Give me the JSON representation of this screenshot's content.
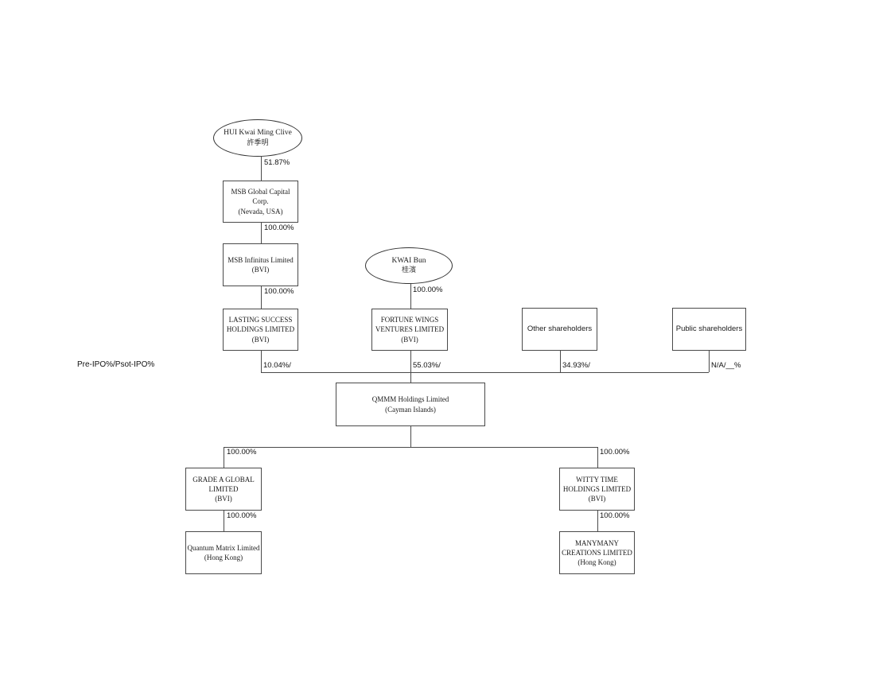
{
  "diagram": {
    "title": "QMMM corporate shareholding structure chart",
    "pre_ipo_label": "Pre-IPO%/Psot-IPO%",
    "colors": {
      "line": "#4a4a4a",
      "text": "#1a1a1a",
      "background": "#ffffff"
    },
    "nodes": {
      "hui": {
        "name": "HUI Kwai Ming Clive",
        "chinese": "許季明"
      },
      "kwai": {
        "name": "KWAI Bun",
        "chinese": "桂濱"
      },
      "msb_global": {
        "label": "MSB Global Capital\nCorp.\n(Nevada, USA)"
      },
      "msb_infinitus": {
        "label": "MSB Infinitus Limited\n(BVI)"
      },
      "lasting": {
        "label": "LASTING SUCCESS\nHOLDINGS LIMITED\n(BVI)"
      },
      "fortune": {
        "label": "FORTUNE WINGS\nVENTURES LIMITED\n(BVI)"
      },
      "other": {
        "label": "Other shareholders"
      },
      "public": {
        "label": "Public shareholders"
      },
      "qmmm": {
        "label": "QMMM Holdings Limited\n(Cayman Islands)"
      },
      "grade_a": {
        "label": "GRADE A GLOBAL\nLIMITED\n(BVI)"
      },
      "witty": {
        "label": "WITTY TIME\nHOLDINGS LIMITED\n(BVI)"
      },
      "quantum": {
        "label": "Quantum Matrix Limited\n(Hong Kong)"
      },
      "manymany": {
        "label": "MANYMANY\nCREATIONS LIMITED\n(Hong Kong)"
      }
    },
    "edges": {
      "hui_to_msb_global": "51.87%",
      "msb_global_to_infinitus": "100.00%",
      "infinitus_to_lasting": "100.00%",
      "kwai_to_fortune": "100.00%",
      "lasting_to_qmmm": "10.04%/",
      "fortune_to_qmmm": "55.03%/",
      "other_to_qmmm": "34.93%/",
      "public_to_qmmm": "N/A/__%",
      "qmmm_to_grade_a": "100.00%",
      "qmmm_to_witty": "100.00%",
      "grade_a_to_quantum": "100.00%",
      "witty_to_manymany": "100.00%"
    }
  }
}
